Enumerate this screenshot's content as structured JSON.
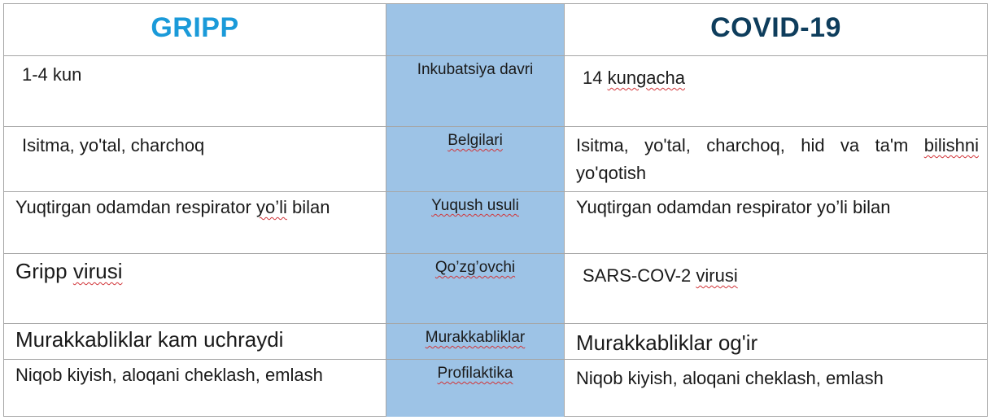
{
  "header": {
    "left_title": "GRIPP",
    "right_title": "COVID-19"
  },
  "rows": [
    {
      "label": "Inkubatsiya davri",
      "gripp": "1-4 kun",
      "covid_pre": "14 ",
      "covid_word": "kungacha"
    },
    {
      "label": "Belgilari",
      "gripp": "Isitma, yo'tal, charchoq",
      "covid_pre": "Isitma, yo'tal, charchoq, hid va ta'm ",
      "covid_word": "bilishni",
      "covid_post": " yo'qotish"
    },
    {
      "label": "Yuqush usuli",
      "gripp_pre": "Yuqtirgan odamdan respirator ",
      "gripp_word": "yo’li",
      "gripp_post": " bilan",
      "covid": "Yuqtirgan odamdan respirator yo’li bilan"
    },
    {
      "label": "Qo’zg’ovchi",
      "gripp_pre": "Gripp",
      "gripp_word": "virusi",
      "covid_pre": "SARS-COV-2 ",
      "covid_word": "virusi"
    },
    {
      "label": "Murakkabliklar",
      "gripp": "Murakkabliklar kam uchraydi",
      "covid": "Murakkabliklar og'ir"
    },
    {
      "label": "Profilaktika",
      "gripp": "Niqob kiyish, aloqani cheklash, emlash",
      "covid": "Niqob kiyish, aloqani cheklash, emlash"
    }
  ]
}
